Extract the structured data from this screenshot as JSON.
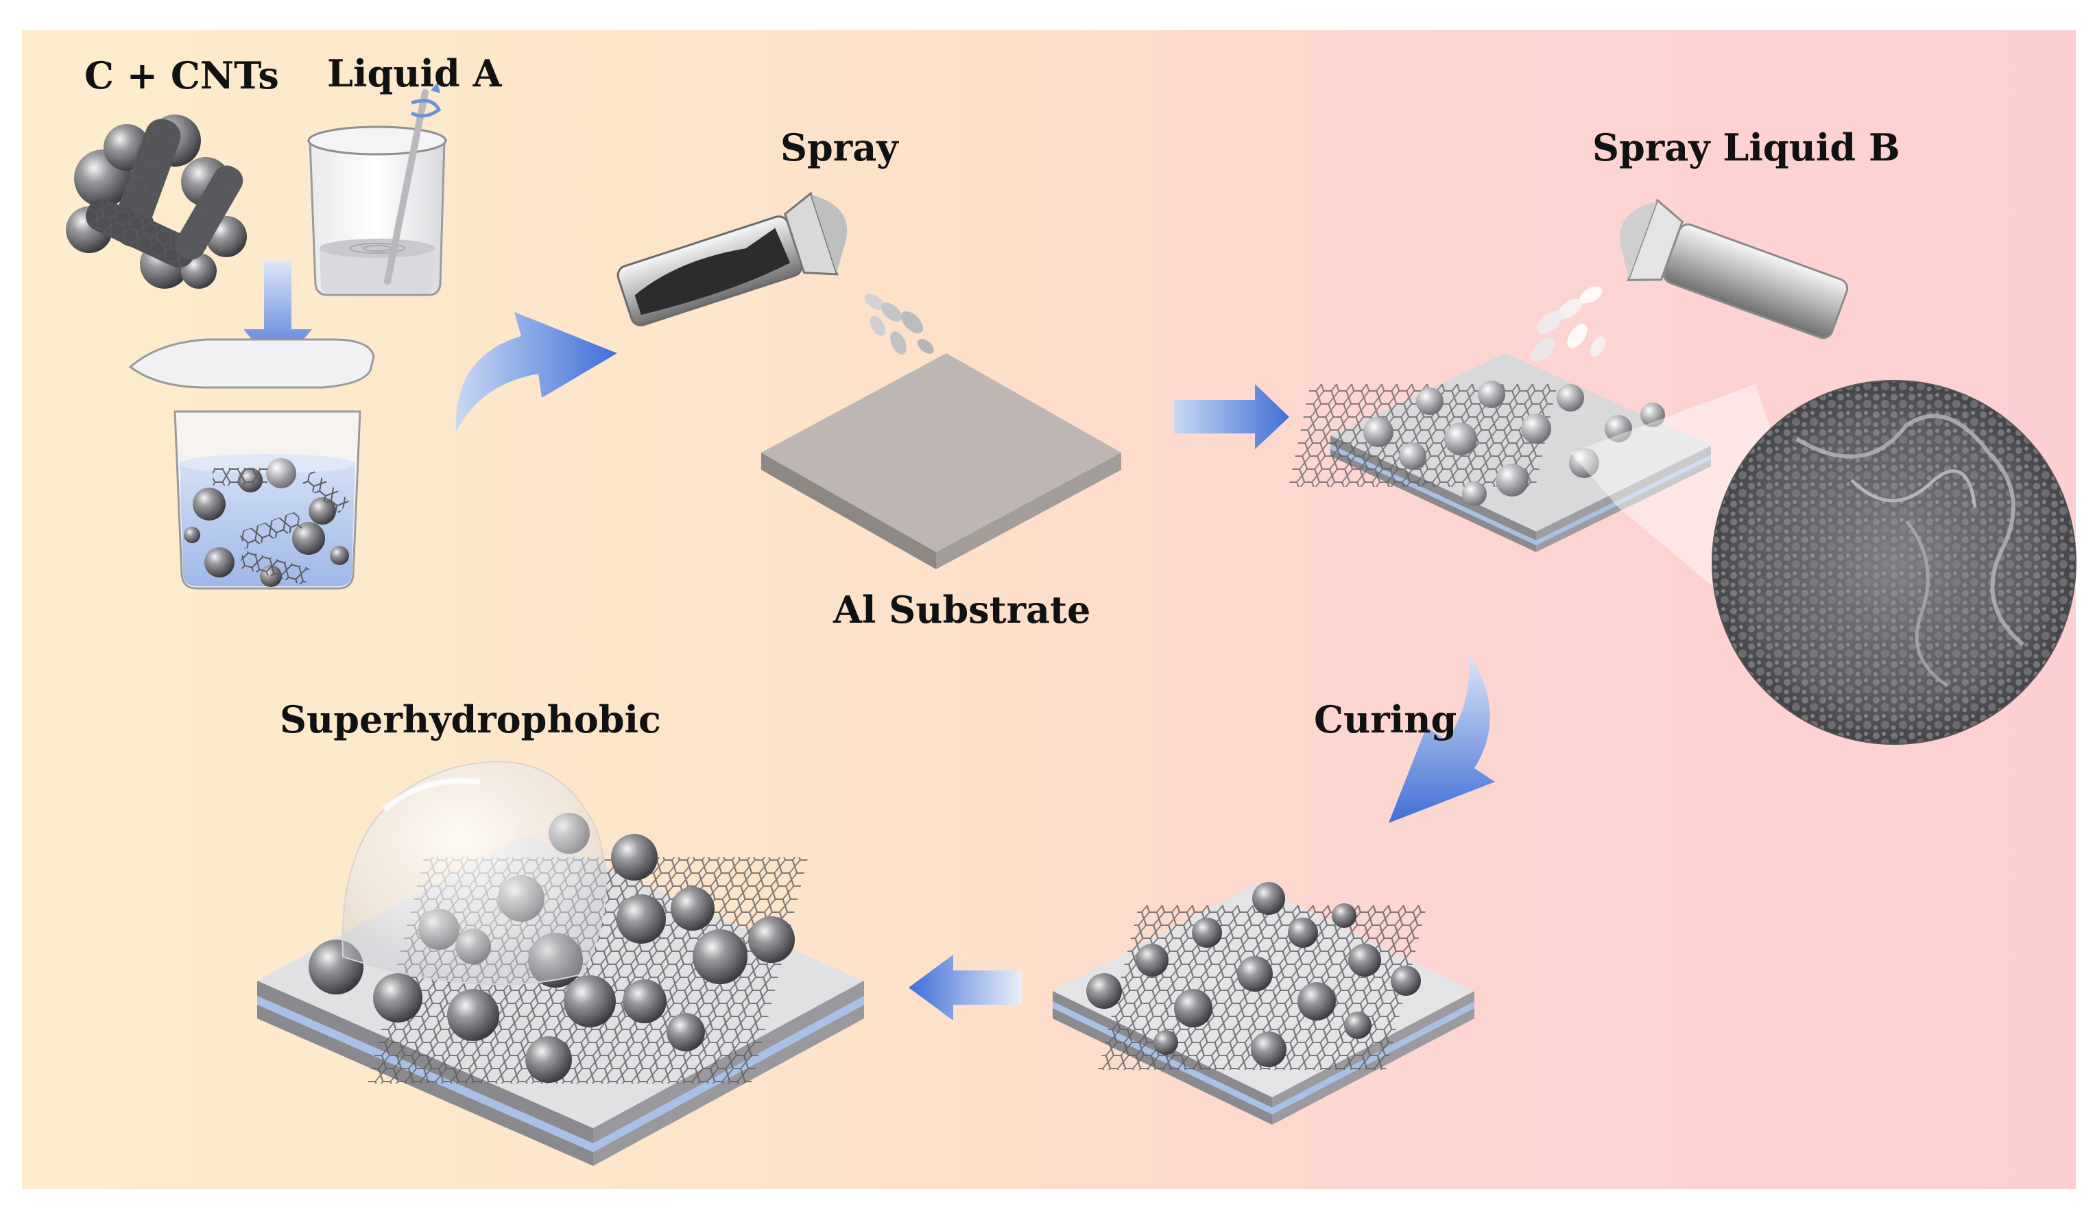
{
  "labels": {
    "c_cnts": "C + CNTs",
    "liquid_a": "Liquid A",
    "spray": "Spray",
    "spray_liquid_b": "Spray Liquid B",
    "al_substrate": "Al Substrate",
    "curing": "Curing",
    "superhydrophobic": "Superhydrophobic"
  },
  "colors": {
    "background_left": "#fdeccb",
    "background_mid": "#fde0c8",
    "background_right": "#fcd2d4",
    "arrow_blue": "#4a7ad8",
    "substrate_gray": "#bdb7b3",
    "layer_blue": "#a9c1e6",
    "particle_gray": "#6f6f73"
  }
}
